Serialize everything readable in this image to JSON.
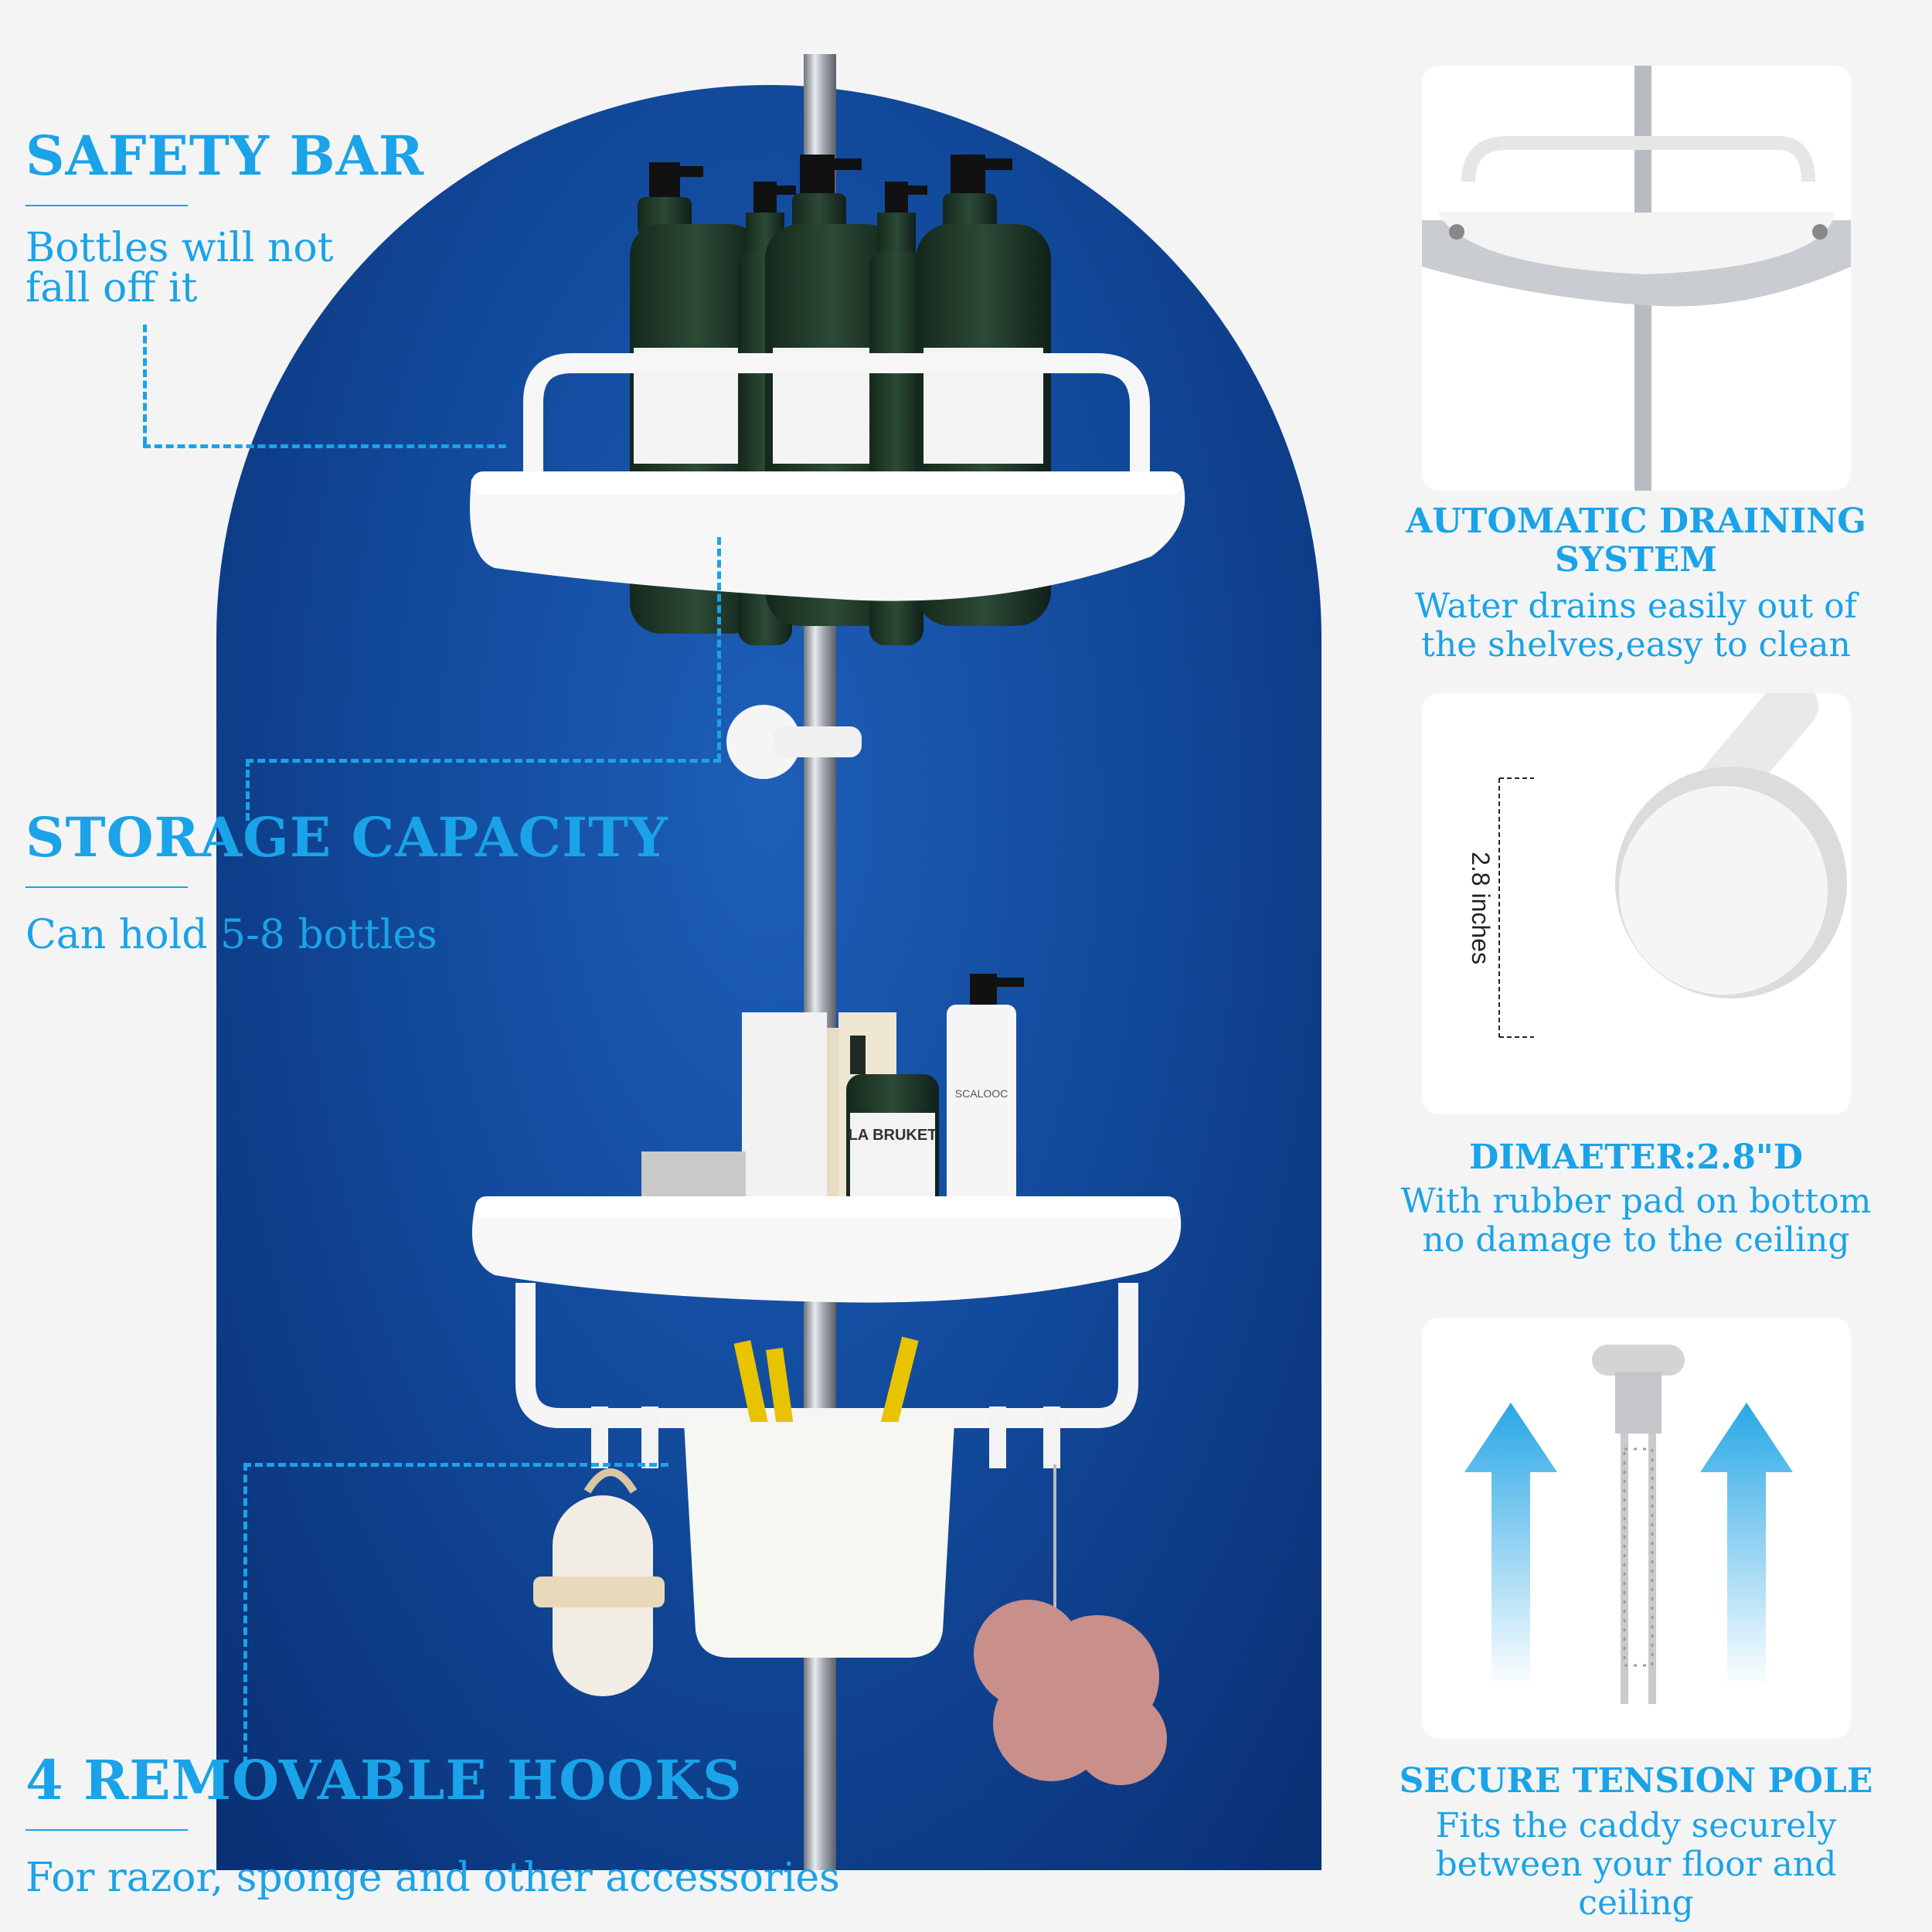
{
  "left": {
    "safety": {
      "title": "SAFETY BAR",
      "line1": "Bottles will not",
      "line2": "fall off it"
    },
    "storage": {
      "title": "STORAGE CAPACITY",
      "desc": "Can hold 5-8 bottles"
    },
    "hooks": {
      "title": "4 REMOVABLE HOOKS",
      "desc": "For razor, sponge and other accessories"
    }
  },
  "right": {
    "draining": {
      "title1": "AUTOMATIC DRAINING",
      "title2": "SYSTEM",
      "line1": "Water drains easily out of",
      "line2": "the shelves,easy to clean"
    },
    "diameter": {
      "title": "DIMAETER:2.8\"D",
      "line1": "With rubber pad on bottom",
      "line2": "no damage to the ceiling",
      "measure": "2.8 inches"
    },
    "tension": {
      "title": "SECURE TENSION POLE",
      "line1": "Fits the caddy securely",
      "line2": "between your floor and",
      "line3": "ceiling"
    }
  },
  "products": {
    "label1": "LA BRUKET",
    "label2": "SCALOOC"
  },
  "colors": {
    "accent": "#1aa3e8",
    "panel": "#124a9c",
    "shelf": "#ffffff",
    "bottle": "#1f3a2a"
  }
}
